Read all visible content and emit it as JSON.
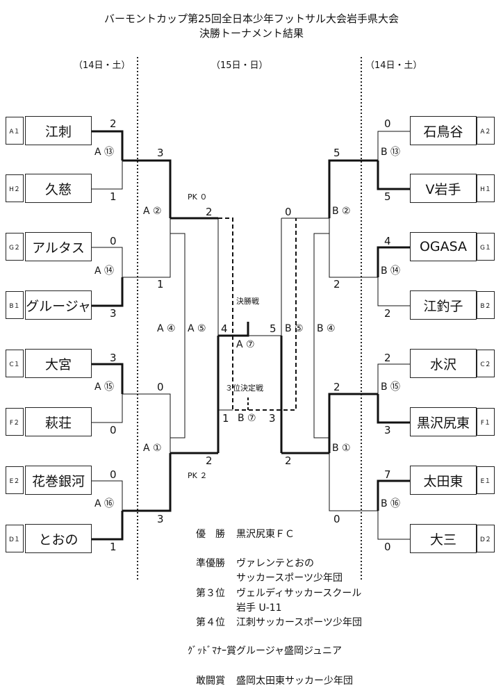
{
  "title": {
    "line1": "バーモントカップ第25回全日本少年フットサル大会岩手県大会",
    "line2": "決勝トーナメント結果"
  },
  "days": {
    "left": "（14日・土）",
    "center": "（15日・日）",
    "right": "（14日・土）"
  },
  "left_teams": [
    {
      "seed": "A１",
      "name": "江刺"
    },
    {
      "seed": "H２",
      "name": "久慈"
    },
    {
      "seed": "G２",
      "name": "アルタス"
    },
    {
      "seed": "B１",
      "name": "グルージャ"
    },
    {
      "seed": "C１",
      "name": "大宮"
    },
    {
      "seed": "F２",
      "name": "萩荘"
    },
    {
      "seed": "E２",
      "name": "花巻銀河"
    },
    {
      "seed": "D１",
      "name": "とおの"
    }
  ],
  "right_teams": [
    {
      "seed": "A２",
      "name": "石鳥谷"
    },
    {
      "seed": "H１",
      "name": "V岩手"
    },
    {
      "seed": "G１",
      "name": "OGASA"
    },
    {
      "seed": "B２",
      "name": "江釣子"
    },
    {
      "seed": "C２",
      "name": "水沢"
    },
    {
      "seed": "F１",
      "name": "黒沢尻東"
    },
    {
      "seed": "E１",
      "name": "太田東"
    },
    {
      "seed": "D２",
      "name": "大三"
    }
  ],
  "left_r1": [
    {
      "label": "A ⑬",
      "top": "2",
      "bottom": "1"
    },
    {
      "label": "A ⑭",
      "top": "0",
      "bottom": "3"
    },
    {
      "label": "A ⑮",
      "top": "3",
      "bottom": "0"
    },
    {
      "label": "A ⑯",
      "top": "0",
      "bottom": "1"
    }
  ],
  "right_r1": [
    {
      "label": "B ⑬",
      "top": "0",
      "bottom": "5"
    },
    {
      "label": "B ⑭",
      "top": "4",
      "bottom": "2"
    },
    {
      "label": "B ⑮",
      "top": "2",
      "bottom": "3"
    },
    {
      "label": "B ⑯",
      "top": "7",
      "bottom": "0"
    }
  ],
  "left_qf": [
    {
      "label": "A ②",
      "top": "3",
      "bottom": "1"
    },
    {
      "label": "A ①",
      "top": "0",
      "bottom": "3"
    }
  ],
  "right_qf": [
    {
      "label": "B ②",
      "top": "5",
      "bottom": "2"
    },
    {
      "label": "B ①",
      "top": "2",
      "bottom": "0"
    }
  ],
  "semis": {
    "left_outer": "A ④",
    "left_inner": "A ⑤",
    "left_top_pk": "PK ０",
    "left_top_score": "2",
    "left_mid_score": "4",
    "left_bottom_score": "2",
    "left_bottom_pk": "PK ２",
    "right_top_score": "0",
    "right_mid_score": "5",
    "right_bottom_score": "2",
    "right_inner": "B ⑤",
    "right_outer": "B ④"
  },
  "final": {
    "label": "決勝戦",
    "match": "A ⑦"
  },
  "third": {
    "label": "３位決定戦",
    "left_score": "1",
    "match": "B ⑦",
    "right_score": "3"
  },
  "results": {
    "winner_label": "優　勝",
    "winner": "黒沢尻東ＦＣ",
    "runner_label": "準優勝",
    "runner_1": "ヴァレンテとおの",
    "runner_2": "サッカースポーツ少年団",
    "third_label": "第３位",
    "third_1": "ヴェルディサッカースクール",
    "third_2": "岩手 U-11",
    "fourth_label": "第４位",
    "fourth": "江刺サッカースポーツ少年団",
    "good_label": "ｸﾞｯﾄﾞﾏﾅｰ賞",
    "good": "グルージャ盛岡ジュニア",
    "fight_label": "敢闘賞",
    "fight": "盛岡太田東サッカー少年団"
  }
}
